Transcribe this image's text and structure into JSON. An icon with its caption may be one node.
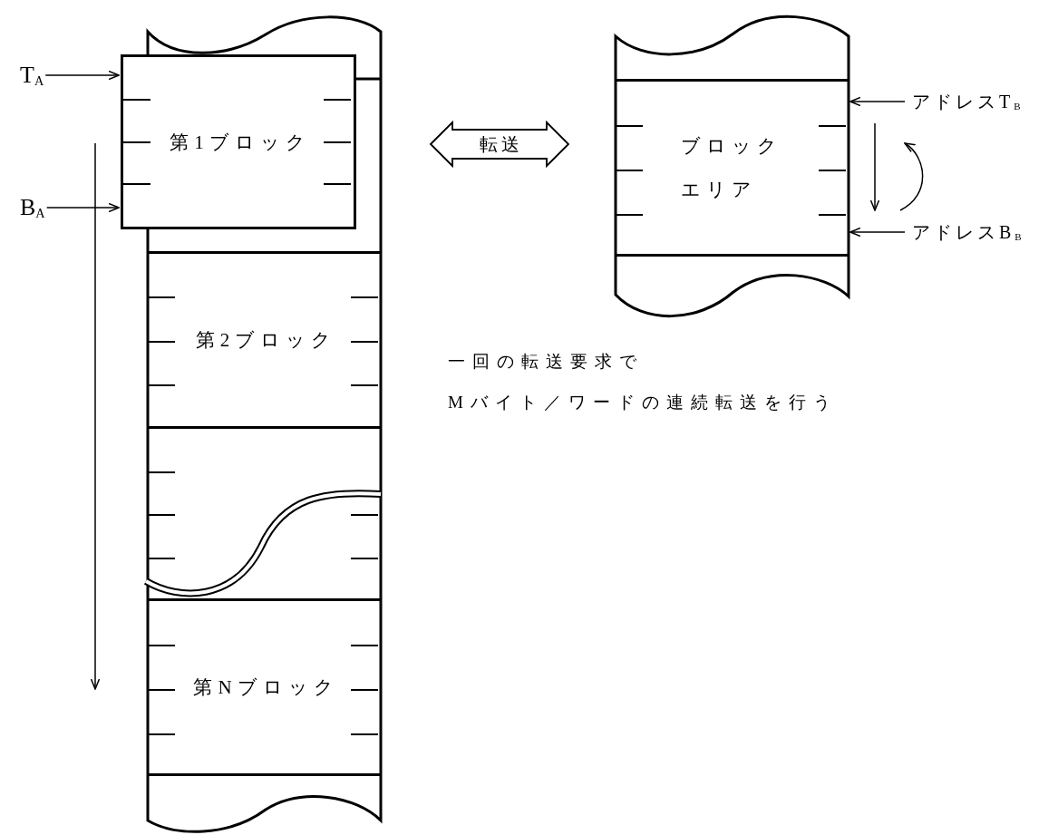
{
  "diagram": {
    "nodes": [
      {
        "text": [],
        "shape": "box"
      },
      {
        "text": [
          "第1ブロック"
        ]
      },
      {
        "text": [
          "第2ブロック"
        ],
        "in": 0
      },
      {
        "text": [],
        "shape": "box",
        "in": 0
      },
      {
        "text": [
          "第Nブロック"
        ],
        "in": 0
      },
      {
        "text": [],
        "shape": "box"
      },
      {
        "text": [
          "ブロックエリア"
        ],
        "in": 5
      },
      {
        "text": [
          "T$_{A}$"
        ]
      },
      {
        "text": [
          "B$_{A}$"
        ]
      },
      {
        "text": [
          "アドレスT$_{B}$"
        ]
      },
      {
        "text": [
          "アドレスB$_{B}$"
        ]
      }
    ],
    "edges": [
      {
        "from": 7,
        "to": 1,
        "arrow": "to"
      },
      {
        "from": 8,
        "to": 1,
        "arrow": "to"
      },
      {
        "from": 1,
        "to": 6,
        "arrow": "both",
        "label": "転送"
      },
      {
        "from": 9,
        "to": 6,
        "arrow": "to"
      },
      {
        "from": 10,
        "to": 6,
        "arrow": "to"
      }
    ],
    "labels": [
      "一回の転送要求で",
      "Mバイト／ワードの連続転送を行う"
    ]
  }
}
